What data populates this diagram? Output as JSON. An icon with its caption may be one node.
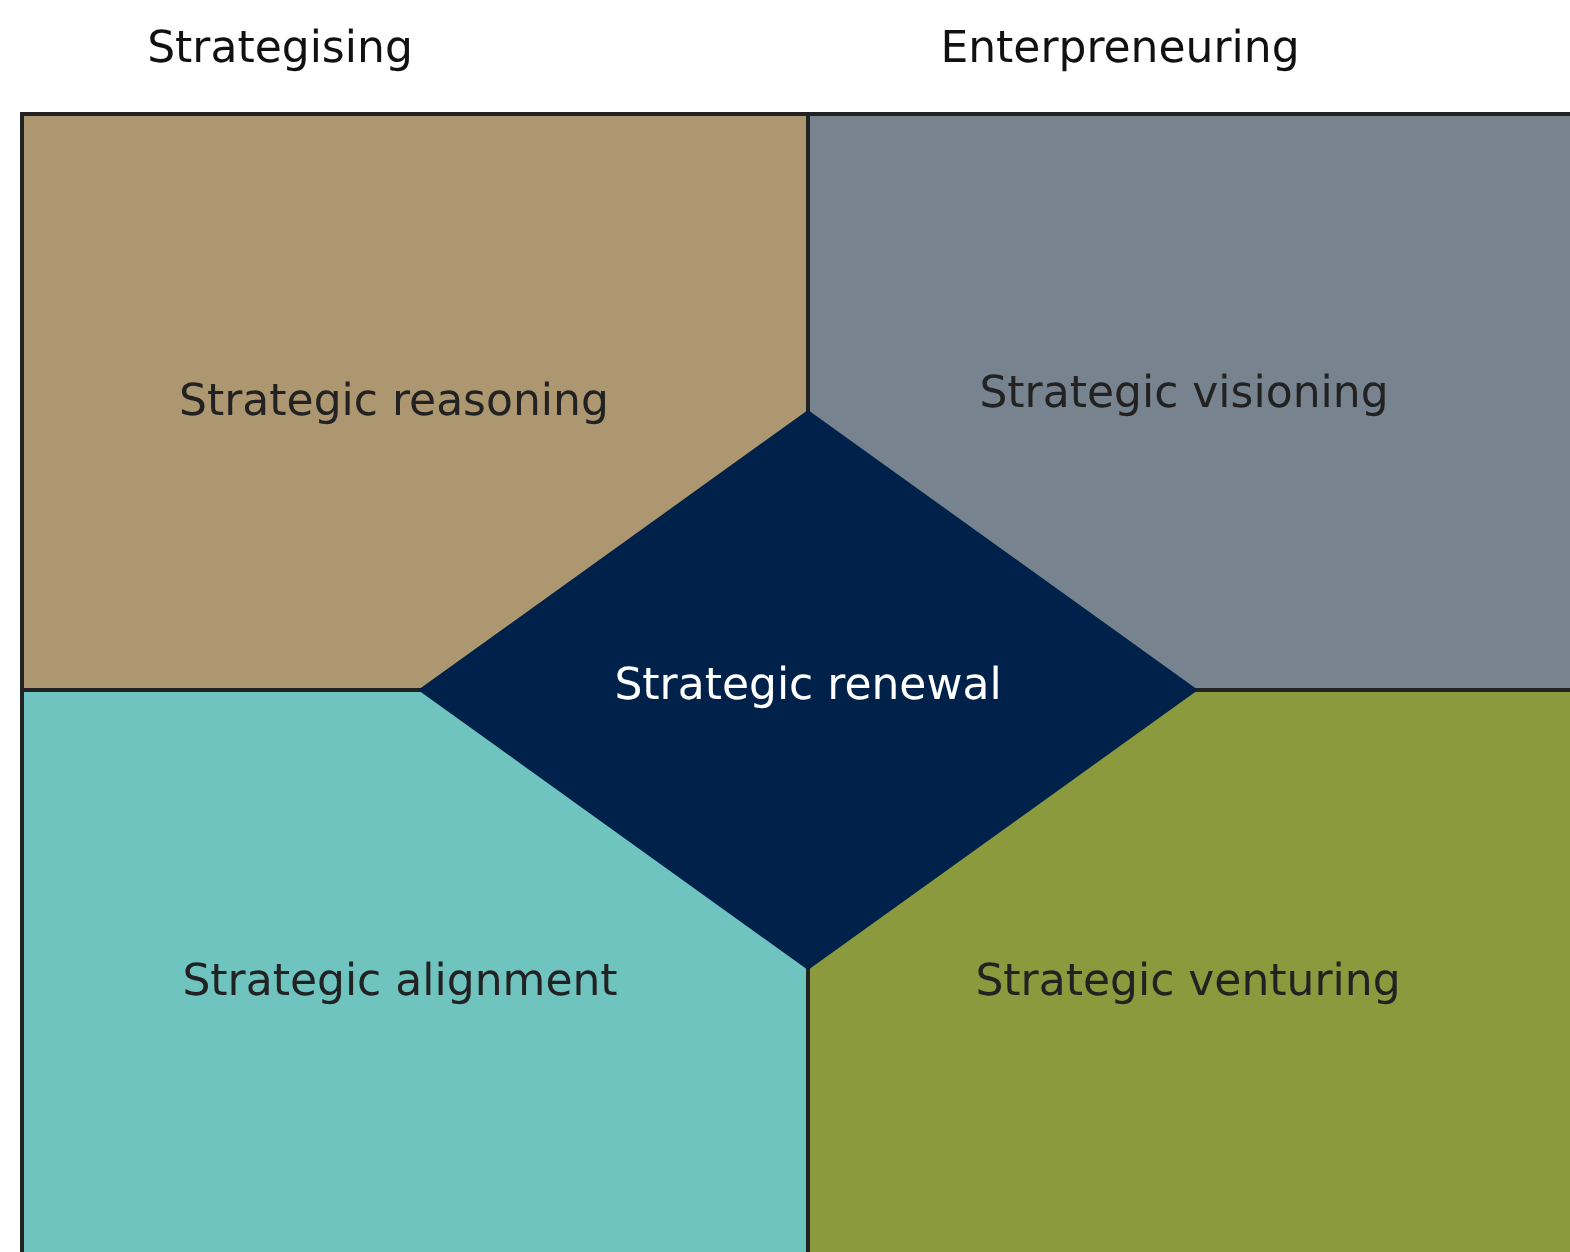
{
  "diagram": {
    "nodes": [
      {
        "text": [
          "Strategic reasoning"
        ]
      },
      {
        "text": [
          "Strategic visioning"
        ]
      },
      {
        "text": [
          "Strategic alignment"
        ]
      },
      {
        "text": [
          "Strategic venturing"
        ]
      },
      {
        "text": [
          "Strategic renewal"
        ]
      }
    ],
    "edges": [],
    "labels": [
      "Strategising",
      "Enterpreneuring"
    ]
  }
}
